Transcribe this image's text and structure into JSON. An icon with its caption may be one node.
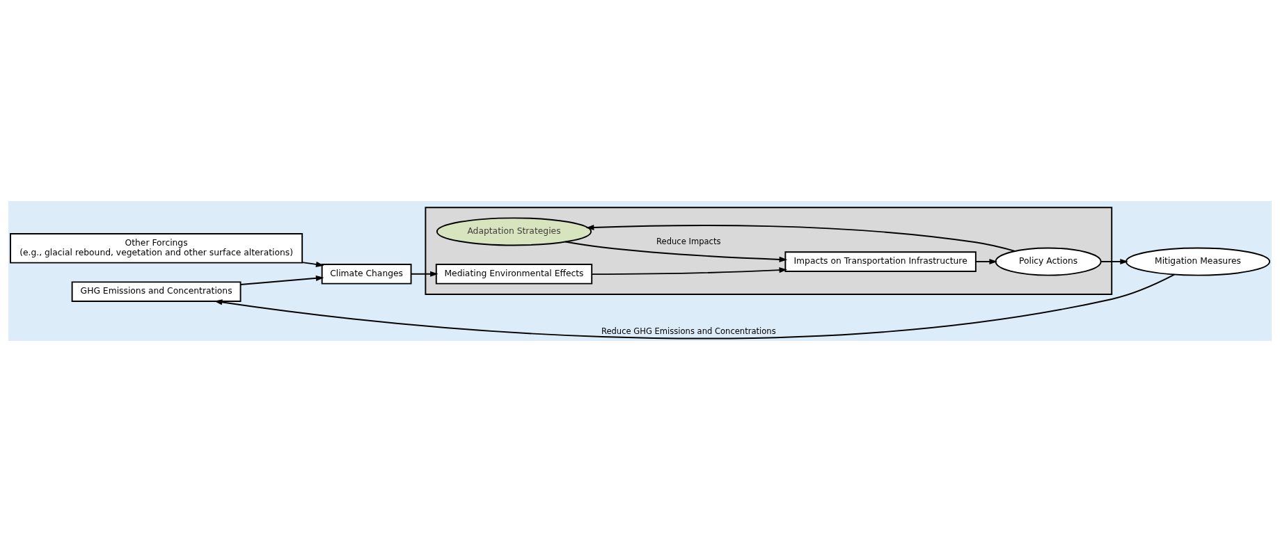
{
  "diagram": {
    "nodes": [
      {
        "text": [
          "Other Forcings",
          "(e.g., glacial rebound, vegetation and other surface alterations)"
        ]
      },
      {
        "text": [
          "GHG Emissions and Concentrations"
        ]
      },
      {
        "text": [
          "Climate Changes"
        ]
      },
      {
        "text": [],
        "shape": "box"
      },
      {
        "text": [
          "Adaptation Strategies"
        ],
        "in": 3
      },
      {
        "text": [
          "Mediating Environmental Effects"
        ],
        "in": 3
      },
      {
        "text": [
          "Impacts on Transportation Infrastructure"
        ],
        "in": 3
      },
      {
        "text": [
          "Policy Actions"
        ],
        "in": 3
      },
      {
        "text": [
          "Mitigation Measures"
        ]
      }
    ],
    "edges": [
      {
        "from": 0,
        "to": 2,
        "arrow": "to"
      },
      {
        "from": 1,
        "to": 2,
        "arrow": "to"
      },
      {
        "from": 2,
        "to": 5,
        "arrow": "to"
      },
      {
        "from": 5,
        "to": 6,
        "arrow": "to"
      },
      {
        "from": 4,
        "to": 6,
        "arrow": "to",
        "label": "Reduce Impacts"
      },
      {
        "from": 6,
        "to": 7,
        "arrow": "to"
      },
      {
        "from": 7,
        "to": 4,
        "arrow": "to"
      },
      {
        "from": 7,
        "to": 8,
        "arrow": "to"
      },
      {
        "from": 8,
        "to": 1,
        "arrow": "to",
        "label": "Reduce GHG Emissions and Concentrations"
      }
    ]
  }
}
